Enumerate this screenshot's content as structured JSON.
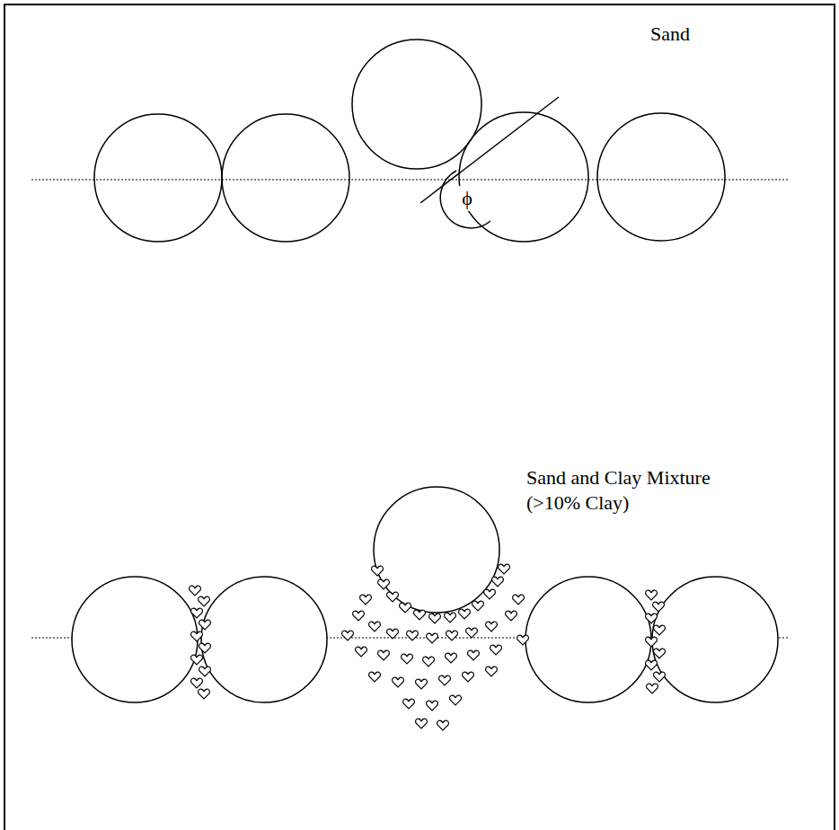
{
  "diagram": {
    "labels": [
      "Sand",
      "ϕ",
      "Sand and Clay Mixture (>10% Clay)"
    ]
  }
}
